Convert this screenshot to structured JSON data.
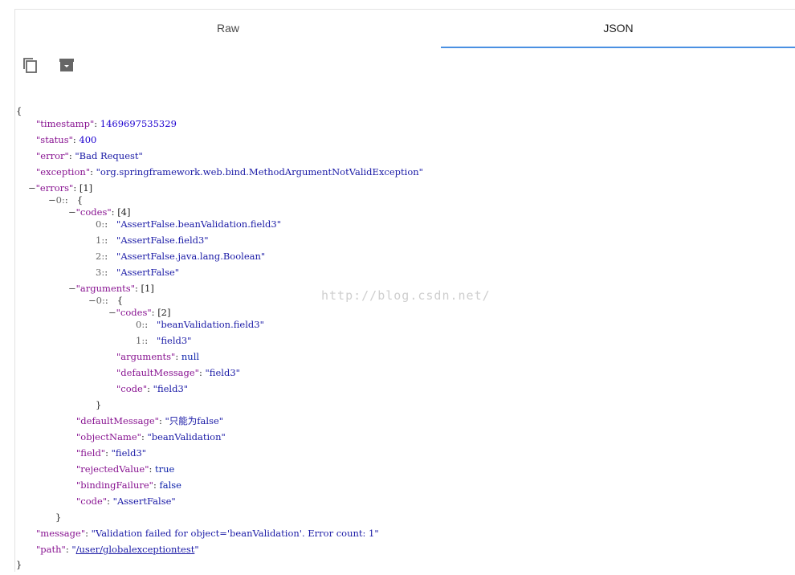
{
  "tabs": {
    "raw": "Raw",
    "json": "JSON",
    "active": "JSON"
  },
  "toolbar": {
    "copy_icon": "copy-icon",
    "archive_icon": "archive-download-icon"
  },
  "watermark": "http://blog.csdn.net/",
  "json": {
    "open_brace": "{",
    "close_brace": "}",
    "timestamp": {
      "key": "\"timestamp\"",
      "value": "1469697535329"
    },
    "status": {
      "key": "\"status\"",
      "value": "400"
    },
    "error": {
      "key": "\"error\"",
      "value": "\"Bad Request\""
    },
    "exception": {
      "key": "\"exception\"",
      "value": "\"org.springframework.web.bind.MethodArgumentNotValidException\""
    },
    "errors": {
      "key": "\"errors\"",
      "count": "[1]",
      "toggle": "−",
      "item0": {
        "label": "0:",
        "toggle": "−",
        "open": "{",
        "close": "}",
        "codes": {
          "key": "\"codes\"",
          "count": "[4]",
          "toggle": "−",
          "items": [
            {
              "idx": "0:",
              "value": "\"AssertFalse.beanValidation.field3\""
            },
            {
              "idx": "1:",
              "value": "\"AssertFalse.field3\""
            },
            {
              "idx": "2:",
              "value": "\"AssertFalse.java.lang.Boolean\""
            },
            {
              "idx": "3:",
              "value": "\"AssertFalse\""
            }
          ]
        },
        "arguments": {
          "key": "\"arguments\"",
          "count": "[1]",
          "toggle": "−",
          "item0": {
            "label": "0:",
            "toggle": "−",
            "open": "{",
            "close": "}",
            "codes": {
              "key": "\"codes\"",
              "count": "[2]",
              "toggle": "−",
              "items": [
                {
                  "idx": "0:",
                  "value": "\"beanValidation.field3\""
                },
                {
                  "idx": "1:",
                  "value": "\"field3\""
                }
              ]
            },
            "arguments": {
              "key": "\"arguments\"",
              "value": "null"
            },
            "defaultMessage": {
              "key": "\"defaultMessage\"",
              "value": "\"field3\""
            },
            "code": {
              "key": "\"code\"",
              "value": "\"field3\""
            }
          }
        },
        "defaultMessage": {
          "key": "\"defaultMessage\"",
          "value": "\"只能为false\""
        },
        "objectName": {
          "key": "\"objectName\"",
          "value": "\"beanValidation\""
        },
        "field": {
          "key": "\"field\"",
          "value": "\"field3\""
        },
        "rejectedValue": {
          "key": "\"rejectedValue\"",
          "value": "true"
        },
        "bindingFailure": {
          "key": "\"bindingFailure\"",
          "value": "false"
        },
        "code": {
          "key": "\"code\"",
          "value": "\"AssertFalse\""
        }
      }
    },
    "message": {
      "key": "\"message\"",
      "value": "\"Validation failed for object='beanValidation'. Error count: 1\""
    },
    "path": {
      "key": "\"path\"",
      "quote_open": "\"",
      "value": "/user/globalexceptiontest",
      "quote_close": "\""
    }
  },
  "punct": {
    "colon": ": ",
    "colon_idx": ":   ",
    "space": " "
  }
}
